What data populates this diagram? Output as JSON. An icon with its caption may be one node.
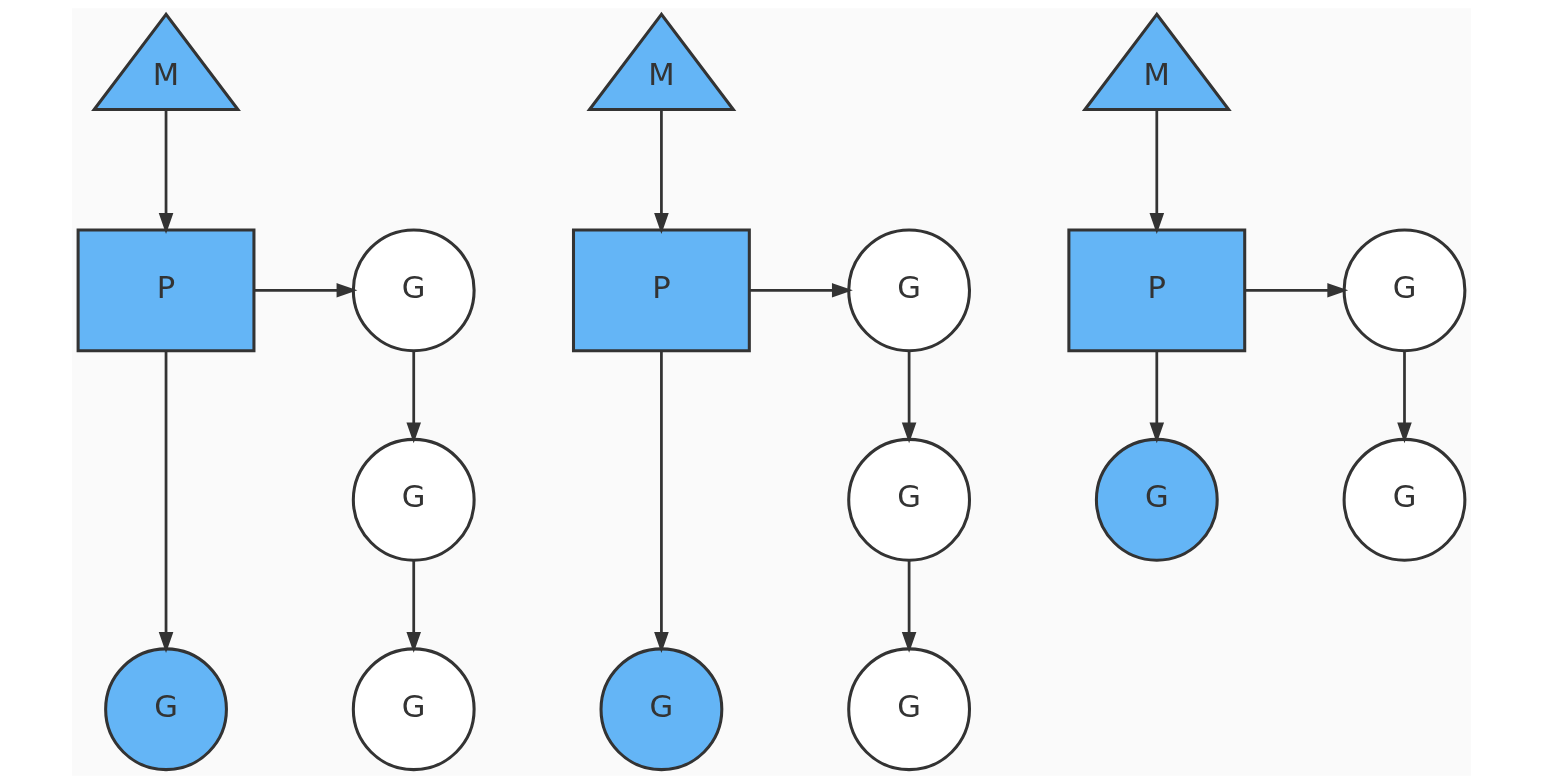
{
  "diagram": {
    "nodes": [
      {
        "text": [
          "M"
        ]
      },
      {
        "text": [
          "P"
        ]
      },
      {
        "text": [
          "G"
        ]
      },
      {
        "text": [
          "G"
        ]
      },
      {
        "text": [
          "G"
        ]
      },
      {
        "text": [
          "G"
        ]
      },
      {
        "text": [
          "M"
        ]
      },
      {
        "text": [
          "P"
        ]
      },
      {
        "text": [
          "G"
        ]
      },
      {
        "text": [
          "G"
        ]
      },
      {
        "text": [
          "G"
        ]
      },
      {
        "text": [
          "G"
        ]
      },
      {
        "text": [
          "M"
        ]
      },
      {
        "text": [
          "P"
        ]
      },
      {
        "text": [
          "G"
        ]
      },
      {
        "text": [
          "G"
        ]
      },
      {
        "text": [
          "G"
        ]
      }
    ],
    "edges": [
      {
        "from": 0,
        "to": 1,
        "arrow": "to"
      },
      {
        "from": 1,
        "to": 2,
        "arrow": "to"
      },
      {
        "from": 2,
        "to": 3,
        "arrow": "to"
      },
      {
        "from": 1,
        "to": 4,
        "arrow": "to"
      },
      {
        "from": 3,
        "to": 5,
        "arrow": "to"
      },
      {
        "from": 6,
        "to": 7,
        "arrow": "to"
      },
      {
        "from": 7,
        "to": 8,
        "arrow": "to"
      },
      {
        "from": 8,
        "to": 9,
        "arrow": "to"
      },
      {
        "from": 7,
        "to": 10,
        "arrow": "to"
      },
      {
        "from": 9,
        "to": 11,
        "arrow": "to"
      },
      {
        "from": 12,
        "to": 13,
        "arrow": "to"
      },
      {
        "from": 13,
        "to": 14,
        "arrow": "to"
      },
      {
        "from": 14,
        "to": 15,
        "arrow": "to"
      },
      {
        "from": 13,
        "to": 16,
        "arrow": "to"
      }
    ]
  }
}
